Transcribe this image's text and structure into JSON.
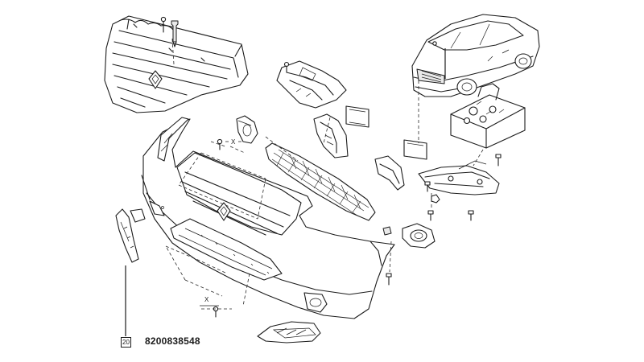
{
  "callout": {
    "number": "20",
    "part_number": "8200838548"
  },
  "markers": {
    "x_top": "X",
    "x_bottom": "X"
  }
}
